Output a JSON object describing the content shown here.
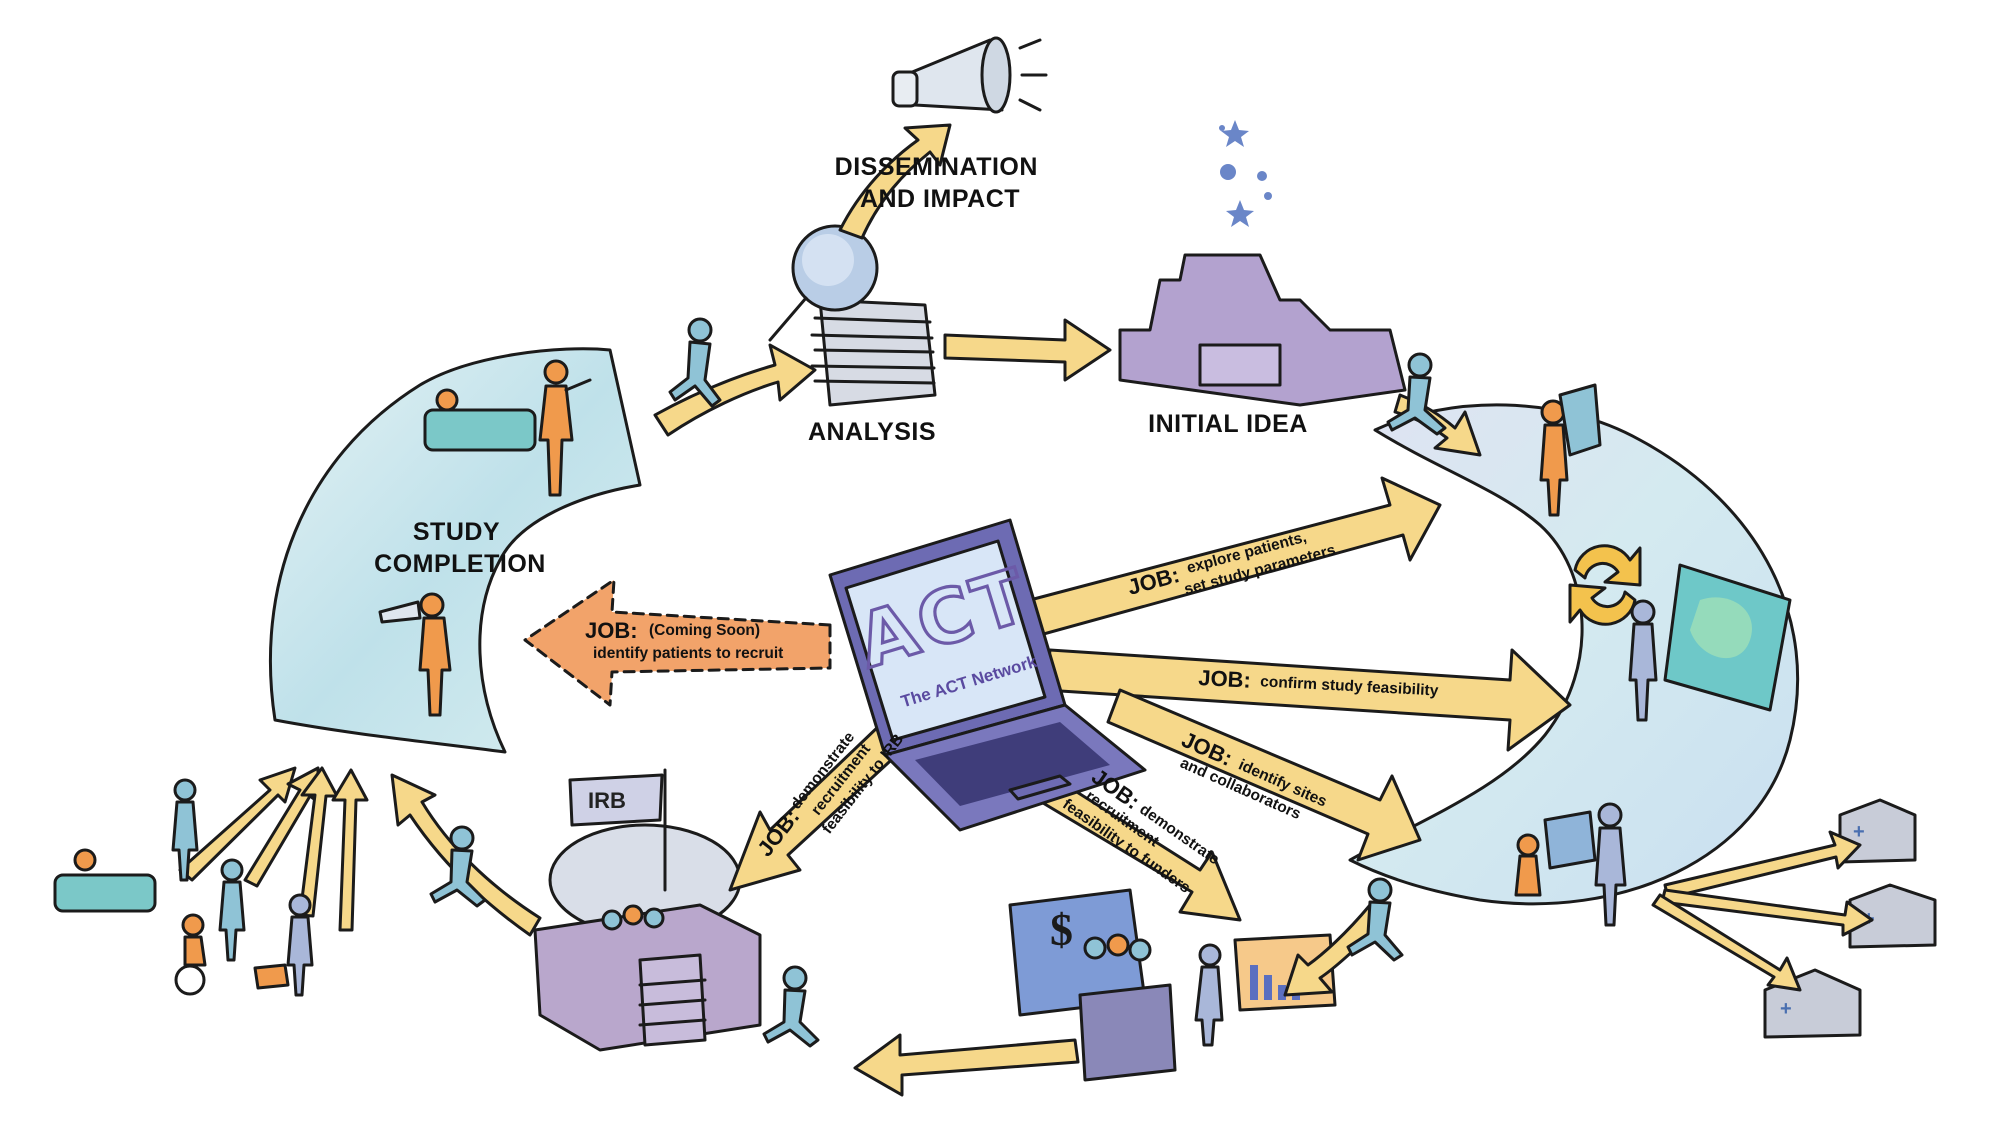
{
  "stages": {
    "dissemination": [
      "DISSEMINATION",
      "AND IMPACT"
    ],
    "analysis": "ANALYSIS",
    "initial_idea": "INITIAL IDEA",
    "study_completion": [
      "STUDY",
      "COMPLETION"
    ],
    "irb": "IRB"
  },
  "laptop": {
    "title": "ACT",
    "subtitle": "The ACT Network"
  },
  "jobs": {
    "explore": {
      "key": "JOB:",
      "lines": [
        "explore patients,",
        "set study parameters"
      ]
    },
    "confirm": {
      "key": "JOB:",
      "lines": [
        "confirm study feasibility"
      ]
    },
    "sites": {
      "key": "JOB:",
      "lines": [
        "identify sites",
        "and collaborators"
      ]
    },
    "funders": {
      "key": "JOB:",
      "lines": [
        "demonstrate",
        "recruitment",
        "feasibility to funders"
      ]
    },
    "irb": {
      "key": "JOB:",
      "lines": [
        "demonstrate",
        "recruitment",
        "feasibility to IRB"
      ]
    },
    "recruit": {
      "key": "JOB:",
      "lines": [
        "(Coming Soon)",
        "identify patients to recruit"
      ]
    }
  },
  "icons": {
    "megaphone": "megaphone-icon",
    "magnifier": "magnifying-glass-icon",
    "refresh": "refresh-cycle-icon",
    "dollar": "dollar-sign-icon",
    "hospital": "hospital-building-icon",
    "stars": "idea-stars-icon"
  },
  "colors": {
    "arrow_fill": "#f6d88a",
    "arrow_stroke": "#222222",
    "dashed_arrow": "#f2a36a",
    "band_fill": "#cfe7ee",
    "building": "#b9a7cc",
    "laptop_body": "#6d6bb3",
    "screen": "#d8e6f7",
    "accent_orange": "#f09a4c"
  }
}
